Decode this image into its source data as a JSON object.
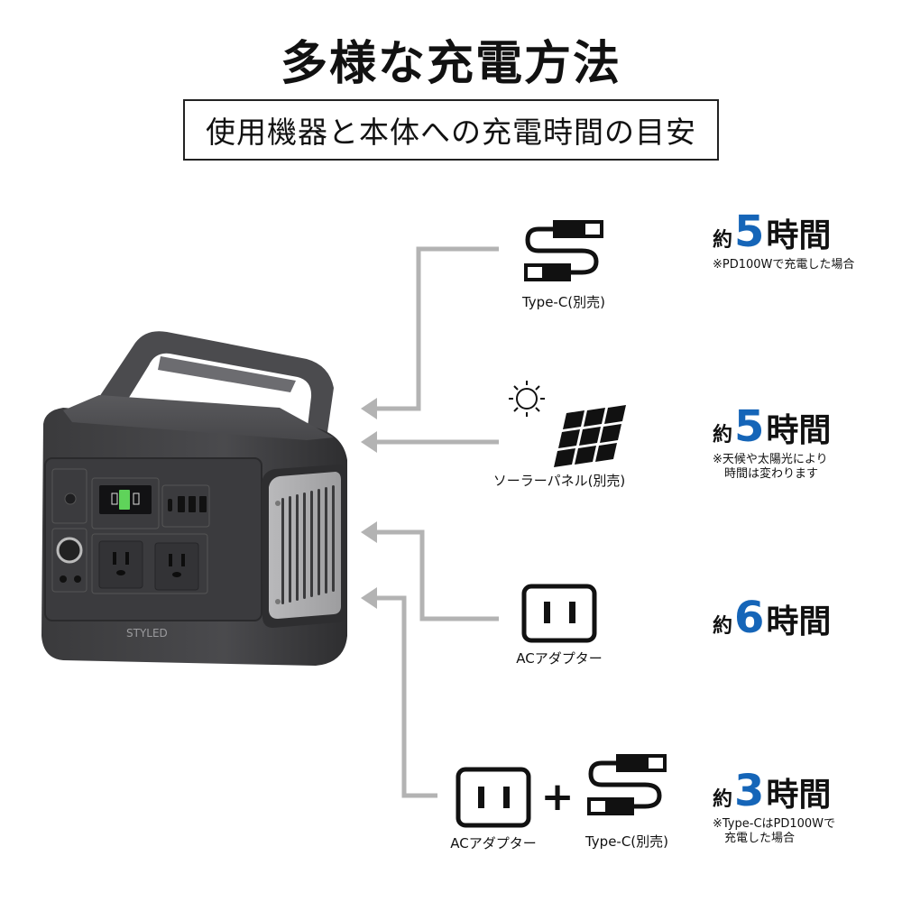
{
  "header": {
    "title": "多様な充電方法",
    "subtitle": "使用機器と本体への充電時間の目安"
  },
  "device": {
    "brand": "STYLED",
    "icon": "portable-power-station"
  },
  "colors": {
    "accent_blue": "#1565b8",
    "arrow_gray": "#b3b3b3",
    "text": "#111111"
  },
  "methods": [
    {
      "source_label": "Type-C(別売)",
      "icon": "usb-c-cable-icon",
      "time_prefix": "約",
      "time_value": "5",
      "time_unit": "時間",
      "note": "※PD100Wで充電した場合"
    },
    {
      "source_label": "ソーラーパネル(別売)",
      "icon": "solar-panel-icon",
      "time_prefix": "約",
      "time_value": "5",
      "time_unit": "時間",
      "note": "※天候や太陽光により\n　時間は変わります"
    },
    {
      "source_label": "ACアダプター",
      "icon": "ac-plug-icon",
      "time_prefix": "約",
      "time_value": "6",
      "time_unit": "時間",
      "note": ""
    },
    {
      "source_label_1": "ACアダプター",
      "source_label_2": "Type-C(別売)",
      "combiner": "+",
      "icon_1": "ac-plug-icon",
      "icon_2": "usb-c-cable-icon",
      "time_prefix": "約",
      "time_value": "3",
      "time_unit": "時間",
      "note": "※Type-CはPD100Wで\n　充電した場合"
    }
  ]
}
